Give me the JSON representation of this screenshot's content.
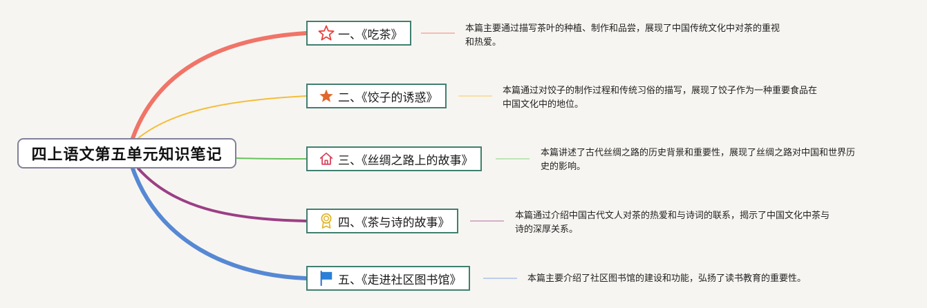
{
  "root": {
    "title": "四上语文第五单元知识笔记"
  },
  "branches": [
    {
      "label": "一、《吃茶》",
      "icon": "star-outline-icon",
      "color": "#f07468",
      "note_lines": [
        "本篇主要通过描写茶叶的种植、制作和品尝，展现了中国传统文化中对茶的重视",
        "和热爱。"
      ]
    },
    {
      "label": "二、《饺子的诱惑》",
      "icon": "star-filled-icon",
      "color": "#f4bd3a",
      "note_lines": [
        "本篇通过对饺子的制作过程和传统习俗的描写，展现了饺子作为一种重要食品在",
        "中国文化中的地位。"
      ]
    },
    {
      "label": "三、《丝绸之路上的故事》",
      "icon": "house-icon",
      "color": "#66c35b",
      "note_lines": [
        "本篇讲述了古代丝绸之路的历史背景和重要性，展现了丝绸之路对中国和世界历",
        "史的影响。"
      ]
    },
    {
      "label": "四、《茶与诗的故事》",
      "icon": "award-ribbon-icon",
      "color": "#9b3f85",
      "note_lines": [
        "本篇通过介绍中国古代文人对茶的热爱和与诗词的联系，揭示了中国文化中茶与",
        "诗的深厚关系。"
      ]
    },
    {
      "label": "五、《走进社区图书馆》",
      "icon": "flag-icon",
      "color": "#5688d4",
      "note_lines": [
        "本篇主要介绍了社区图书馆的建设和功能，弘扬了读书教育的重要性。"
      ]
    }
  ]
}
